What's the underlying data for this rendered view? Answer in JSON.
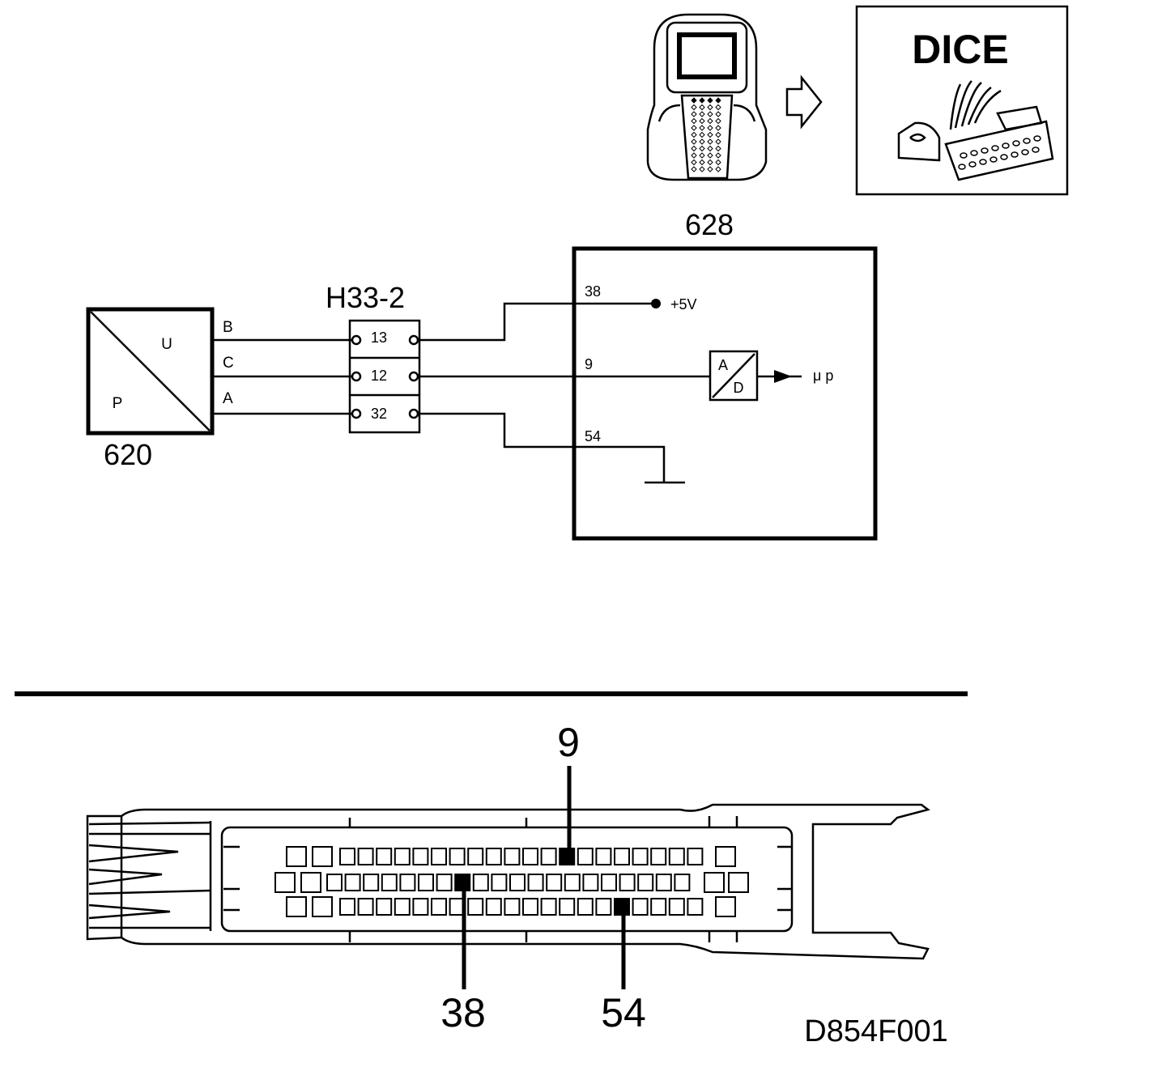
{
  "tool": {
    "id_label": "628",
    "dice_title": "DICE"
  },
  "sensor": {
    "id_label": "620",
    "letter_u": "U",
    "letter_p": "P",
    "wires": [
      "B",
      "C",
      "A"
    ]
  },
  "connector": {
    "label": "H33-2",
    "pins": [
      "13",
      "12",
      "32"
    ]
  },
  "ecu": {
    "pins": [
      "38",
      "9",
      "54"
    ],
    "supply_label": "+5V",
    "adc_top": "A",
    "adc_bottom": "D",
    "mcu_label": "μ p"
  },
  "ecu_connector": {
    "callout_top": "9",
    "callout_left": "38",
    "callout_right": "54"
  },
  "figure_code": "D854F001"
}
